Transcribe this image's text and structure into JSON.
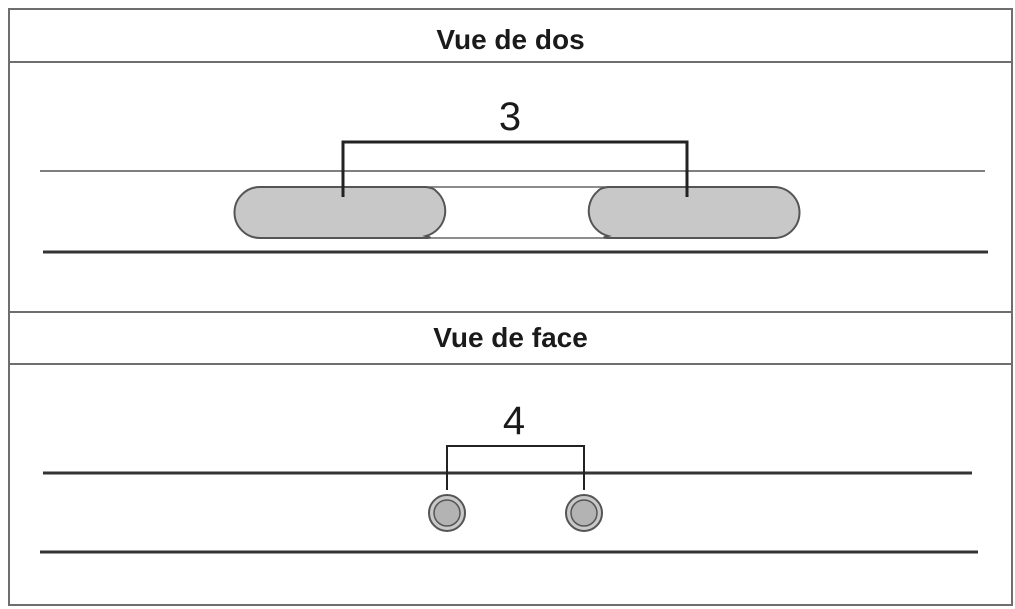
{
  "back_view": {
    "title": "Vue de dos",
    "spacing_label": "3"
  },
  "front_view": {
    "title": "Vue de face",
    "spacing_label": "4"
  }
}
